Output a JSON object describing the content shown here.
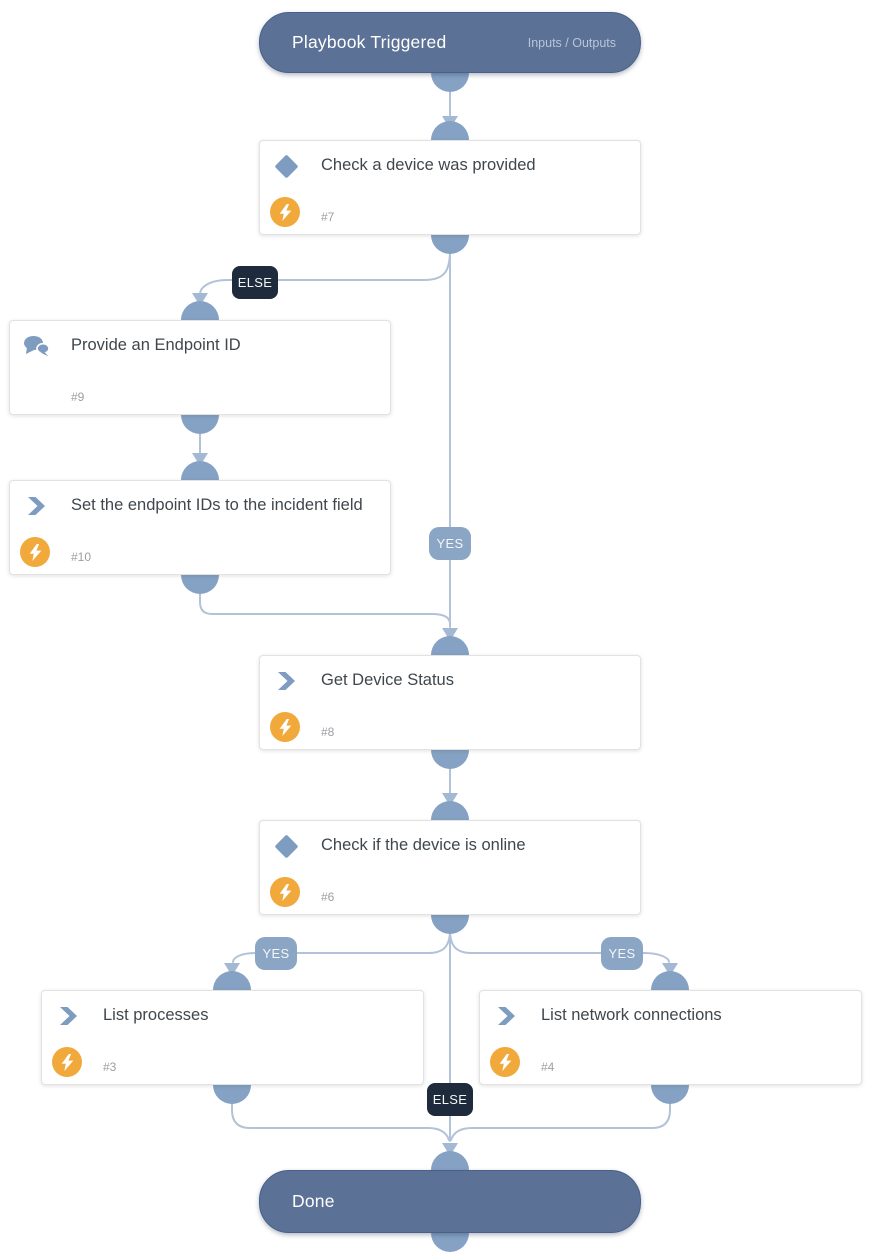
{
  "playbook": {
    "start": {
      "title": "Playbook Triggered",
      "action_link": "Inputs / Outputs"
    },
    "end": {
      "title": "Done"
    },
    "tasks": {
      "check_device": {
        "title": "Check a device was provided",
        "id": "#7",
        "type": "condition"
      },
      "provide_endpoint": {
        "title": "Provide an Endpoint ID",
        "id": "#9",
        "type": "data-collection"
      },
      "set_endpoint": {
        "title": "Set the endpoint IDs to the incident field",
        "id": "#10",
        "type": "automation"
      },
      "get_status": {
        "title": "Get Device Status",
        "id": "#8",
        "type": "automation"
      },
      "check_online": {
        "title": "Check if the device is online",
        "id": "#6",
        "type": "condition"
      },
      "list_processes": {
        "title": "List processes",
        "id": "#3",
        "type": "automation"
      },
      "list_network": {
        "title": "List network connections",
        "id": "#4",
        "type": "automation"
      }
    },
    "edge_labels": {
      "else_top": "ELSE",
      "yes_main": "YES",
      "yes_left": "YES",
      "yes_right": "YES",
      "else_bottom": "ELSE"
    },
    "colors": {
      "terminal_bg": "#5b7195",
      "terminal_border": "#4a608a",
      "terminal_link_text": "#b9c5d7",
      "connector_dot": "#85a2c4",
      "edge_line": "#b2c2d9",
      "arrowhead": "#a3b9d3",
      "yes_badge_bg": "#8ba5c4",
      "else_badge_bg": "#1d2b3c",
      "task_icon_blue": "#7d9cc0",
      "bolt_bg": "#f0a93a",
      "task_title_text": "#3f474d",
      "task_id_text": "#9b9fa3"
    }
  }
}
